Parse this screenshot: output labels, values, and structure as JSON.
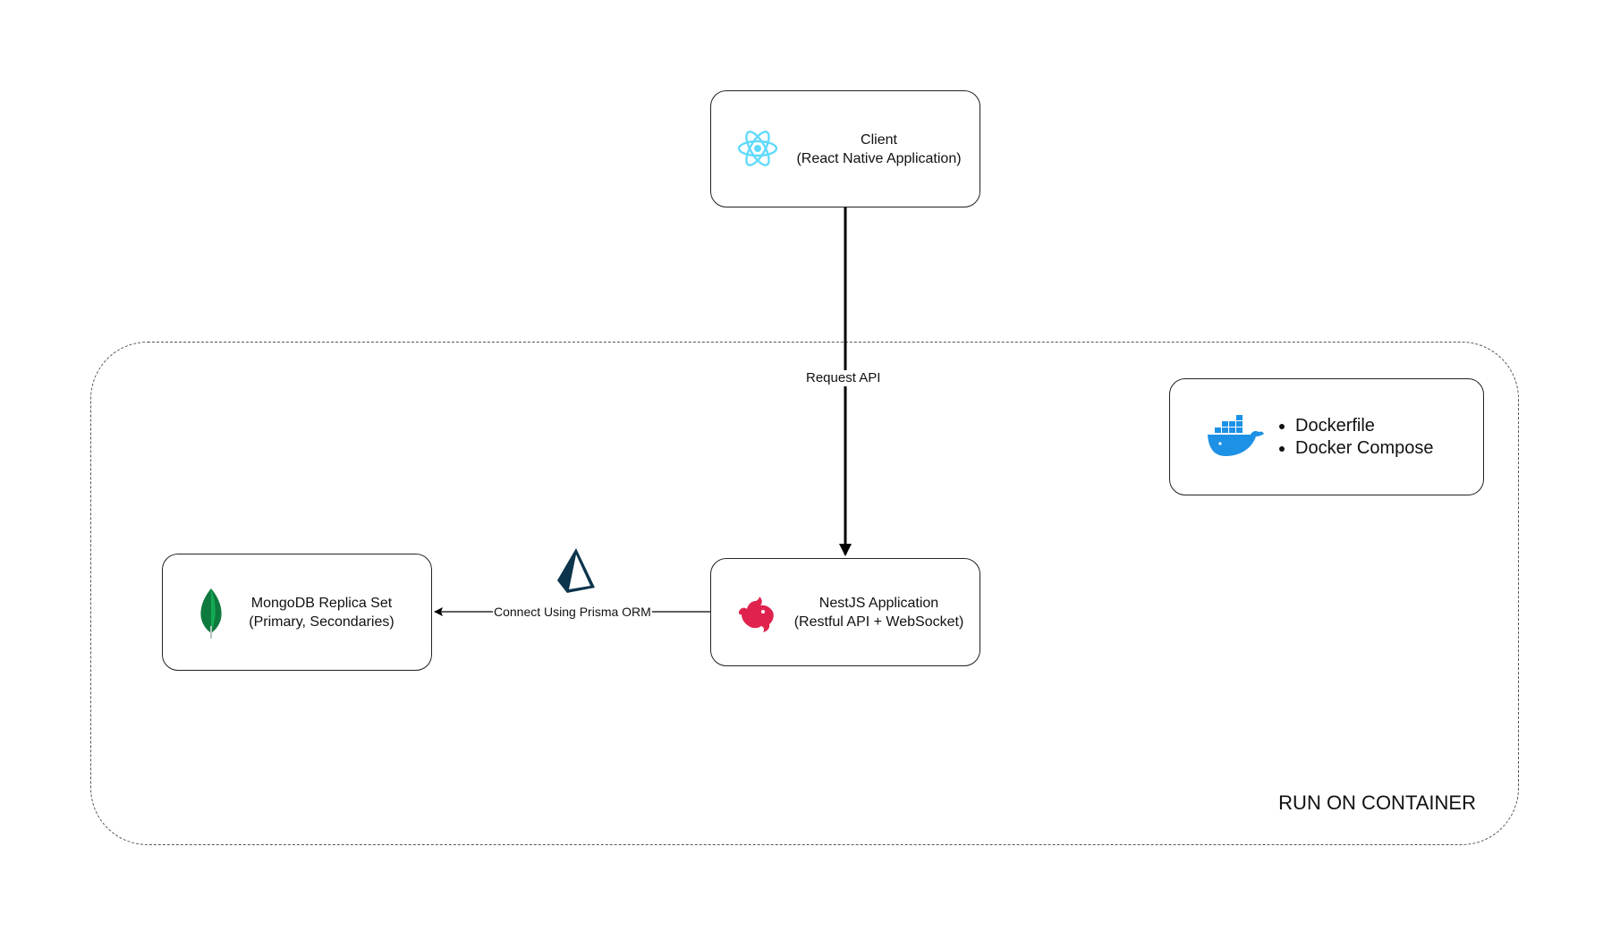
{
  "diagram": {
    "container": {
      "label": "RUN ON CONTAINER"
    },
    "nodes": {
      "client": {
        "icon": "react-icon",
        "line1": "Client",
        "line2": "(React Native Application)"
      },
      "nest": {
        "icon": "nestjs-icon",
        "line1": "NestJS Application",
        "line2": "(Restful API + WebSocket)"
      },
      "mongo": {
        "icon": "mongodb-leaf-icon",
        "line1": "MongoDB Replica Set",
        "line2": "(Primary, Secondaries)"
      },
      "docker": {
        "icon": "docker-whale-icon",
        "items": [
          "Dockerfile",
          "Docker Compose"
        ]
      }
    },
    "edges": {
      "request": {
        "label": "Request API"
      },
      "prisma": {
        "label": "Connect Using Prisma ORM",
        "icon": "prisma-icon"
      }
    },
    "colors": {
      "react": "#61DAFB",
      "nest": "#E0234E",
      "mongo": "#13AA52",
      "docker": "#1D91E6",
      "prisma": "#0C344B"
    }
  }
}
